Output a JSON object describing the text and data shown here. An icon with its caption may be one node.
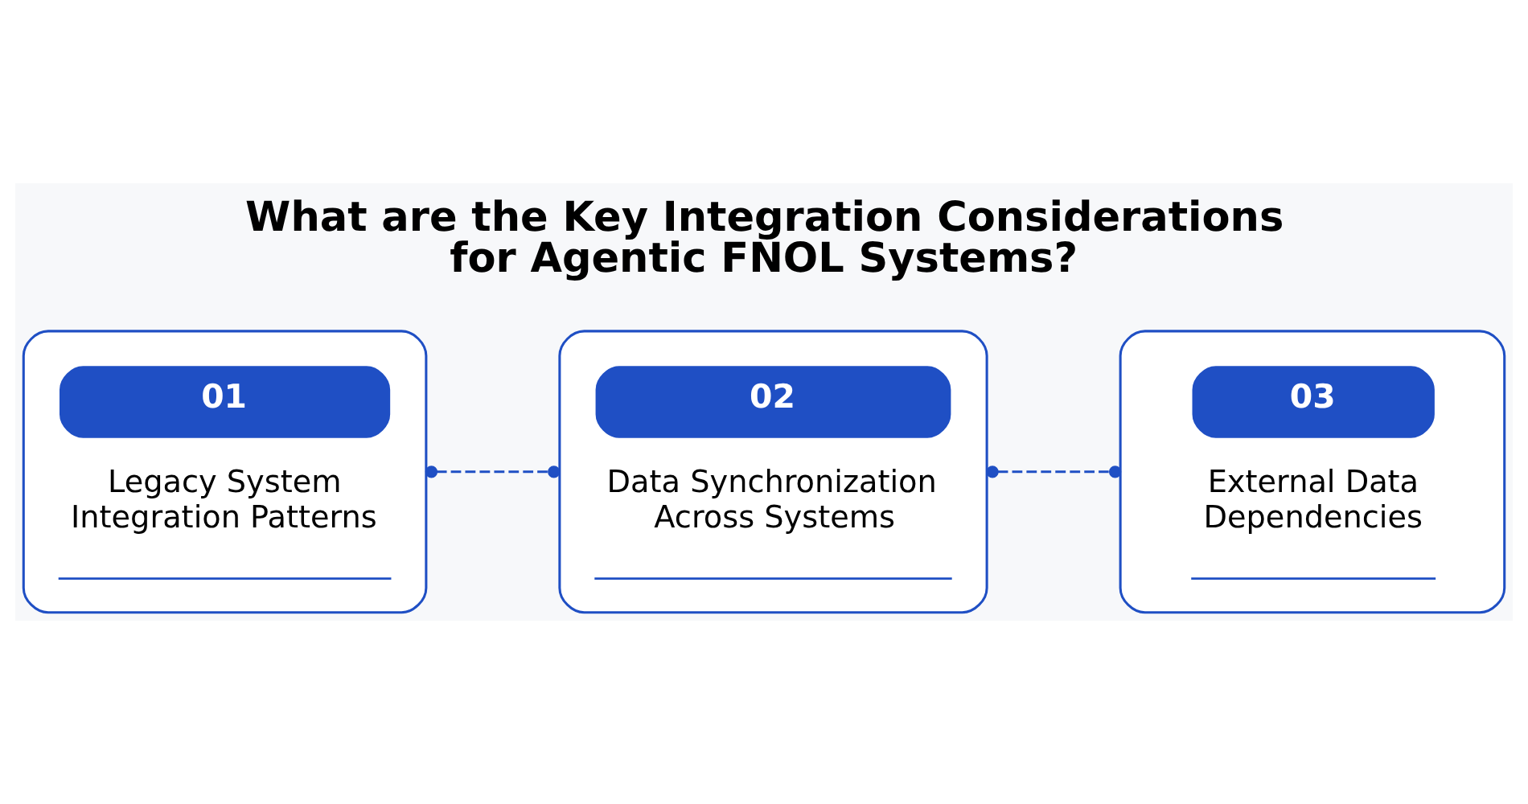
{
  "diagram": {
    "title": "What are the Key Integration Considerations for Agentic FNOL Systems?",
    "nodes": [
      {
        "text": [
          "01",
          "Legacy System Integration Patterns"
        ]
      },
      {
        "text": [
          "02",
          "Data Synchronization Across Systems"
        ]
      },
      {
        "text": [
          "03",
          "External Data Dependencies"
        ]
      }
    ],
    "edges": [
      {
        "from": 0,
        "to": 1,
        "arrow": "other",
        "style": "dashed"
      },
      {
        "from": 1,
        "to": 2,
        "arrow": "other",
        "style": "dashed"
      }
    ]
  }
}
